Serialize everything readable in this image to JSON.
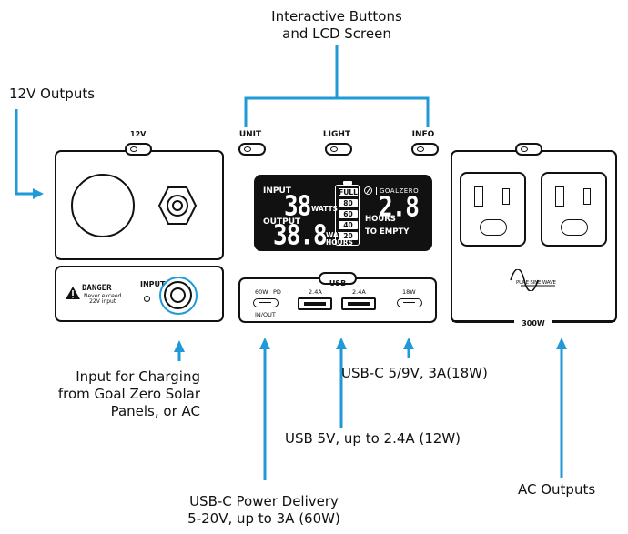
{
  "callouts": {
    "buttons_lcd": [
      "Interactive Buttons",
      "and LCD Screen"
    ],
    "outputs_12v": "12V Outputs",
    "input_charging": [
      "Input for Charging",
      "from Goal Zero Solar",
      "Panels, or AC"
    ],
    "usbc_18w": "USB-C 5/9V, 3A(18W)",
    "usb_5v": "USB 5V, up to 2.4A (12W)",
    "usbc_pd": [
      "USB-C Power Delivery",
      "5-20V, up to 3A (60W)"
    ],
    "ac_outputs": "AC Outputs"
  },
  "device": {
    "panel_12v_label": "12V",
    "danger_title": "DANGER",
    "danger_text": [
      "Never exceed",
      "22V input"
    ],
    "input_label": "INPUT",
    "buttons": [
      "UNIT",
      "LIGHT",
      "INFO"
    ],
    "lcd": {
      "input_label": "INPUT",
      "input_value": "38",
      "input_unit": "WATTS",
      "output_label": "OUTPUT",
      "output_value": "38.8",
      "output_unit_1": "WATTS",
      "output_unit_2": "HOURS",
      "battery_levels": [
        "FULL",
        "80",
        "60",
        "40",
        "20"
      ],
      "brand": "GOALZERO",
      "time_value": "2.8",
      "time_unit": "HOURS",
      "time_note": "TO EMPTY"
    },
    "usb_label": "USB",
    "ports": {
      "pd_watts": "60W",
      "pd_label": "PD",
      "pd_inout": "IN/OUT",
      "usb_a1": "2.4A",
      "usb_a2": "2.4A",
      "usbc_18w": "18W"
    },
    "ac_wave_label": "PURE SINE WAVE",
    "ac_rating": "300W"
  },
  "colors": {
    "arrow": "#1f9ad6",
    "outline": "#111111",
    "lcd_bg": "#111111"
  }
}
